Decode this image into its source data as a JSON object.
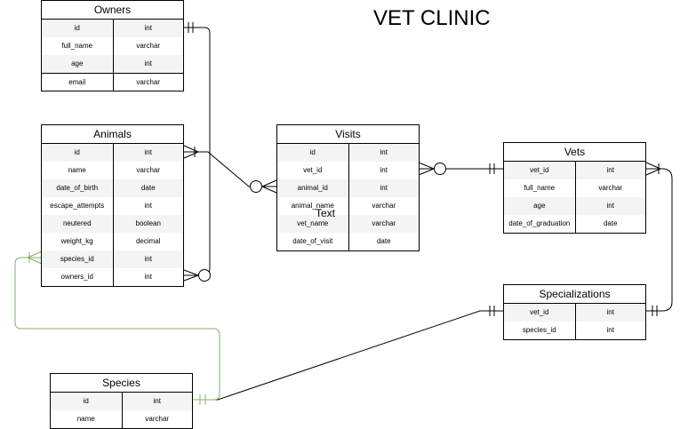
{
  "title": "VET CLINIC",
  "floating_text": "Text",
  "colors": {
    "line": "#000000",
    "species_relation": "#82b366",
    "row_alt": "#f4f4f4"
  },
  "entities": {
    "owners": {
      "name": "Owners",
      "fields": [
        {
          "name": "id",
          "type": "int"
        },
        {
          "name": "full_name",
          "type": "varchar"
        },
        {
          "name": "age",
          "type": "int"
        },
        {
          "name": "email",
          "type": "varchar"
        }
      ]
    },
    "animals": {
      "name": "Animals",
      "fields": [
        {
          "name": "id",
          "type": "int"
        },
        {
          "name": "name",
          "type": "varchar"
        },
        {
          "name": "date_of_birth",
          "type": "date"
        },
        {
          "name": "escape_attempts",
          "type": "int"
        },
        {
          "name": "neutered",
          "type": "boolean"
        },
        {
          "name": "weight_kg",
          "type": "decimal"
        },
        {
          "name": "species_id",
          "type": "int"
        },
        {
          "name": "owners_id",
          "type": "int"
        }
      ]
    },
    "visits": {
      "name": "Visits",
      "fields": [
        {
          "name": "id",
          "type": "int"
        },
        {
          "name": "vet_id",
          "type": "int"
        },
        {
          "name": "animal_id",
          "type": "int"
        },
        {
          "name": "animal_name",
          "type": "varchar"
        },
        {
          "name": "vet_name",
          "type": "varchar"
        },
        {
          "name": "date_of_visit",
          "type": "date"
        }
      ]
    },
    "vets": {
      "name": "Vets",
      "fields": [
        {
          "name": "vet_id",
          "type": "int"
        },
        {
          "name": "full_name",
          "type": "varchar"
        },
        {
          "name": "age",
          "type": "int"
        },
        {
          "name": "date_of_graduation",
          "type": "date"
        }
      ]
    },
    "specializations": {
      "name": "Specializations",
      "fields": [
        {
          "name": "vet_id",
          "type": "int"
        },
        {
          "name": "species_id",
          "type": "int"
        }
      ]
    },
    "species": {
      "name": "Species",
      "fields": [
        {
          "name": "id",
          "type": "int"
        },
        {
          "name": "name",
          "type": "varchar"
        }
      ]
    }
  }
}
